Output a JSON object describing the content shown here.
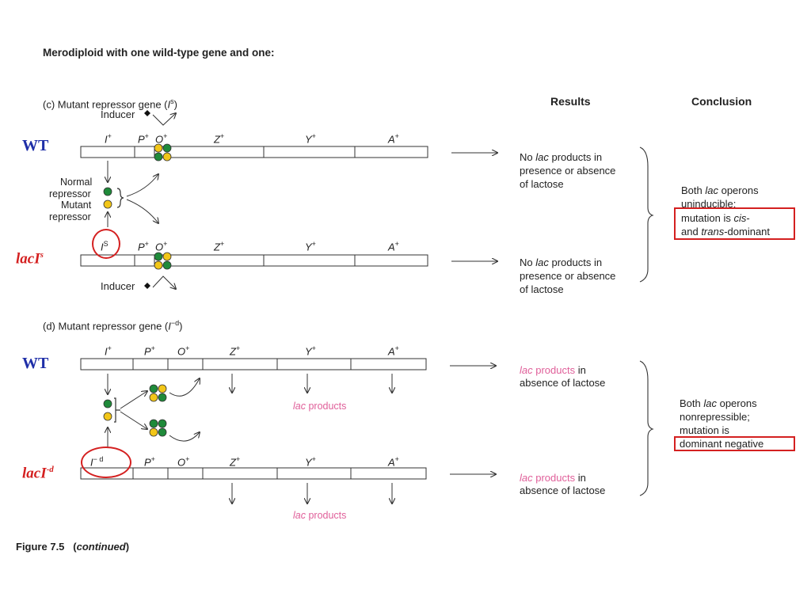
{
  "title": "Merodiploid with one wild-type gene and one:",
  "headers": {
    "results": "Results",
    "conclusion": "Conclusion"
  },
  "panel_c": {
    "caption": "(c) Mutant repressor gene (",
    "caption_gene": "I",
    "caption_sup": "s",
    "caption_end": ")",
    "inducer_top": "Inducer",
    "inducer_bottom": "Inducer",
    "top_label": "WT",
    "bottom_label": "lacI",
    "bottom_label_sup": "s",
    "genes_top": [
      "I",
      "P",
      "O",
      "Z",
      "Y",
      "A"
    ],
    "sup_plus": "+",
    "bottom_first_gene": "I",
    "bottom_first_sup": "S",
    "legend_normal_1": "Normal",
    "legend_normal_2": "repressor",
    "legend_mutant_1": "Mutant",
    "legend_mutant_2": "repressor",
    "result_top": [
      "No ",
      "lac",
      " products in",
      "presence or absence",
      "of lactose"
    ],
    "result_bottom": [
      "No ",
      "lac",
      " products in",
      "presence or absence",
      "of lactose"
    ],
    "conclusion": [
      "Both ",
      "lac",
      " operons",
      "uninducible;",
      "mutation is ",
      "cis",
      "-",
      "and ",
      "trans",
      "-dominant"
    ]
  },
  "panel_d": {
    "caption": "(d) Mutant repressor gene (",
    "caption_gene": "I",
    "caption_sup": "−d",
    "caption_end": ")",
    "top_label": "WT",
    "bottom_label": "lacI",
    "bottom_label_sup": "-d",
    "bottom_first_gene": "I",
    "bottom_first_sup": "− d",
    "products_top": [
      "lac",
      " products"
    ],
    "products_bottom": [
      "lac",
      " products"
    ],
    "result_top": [
      "lac",
      " products",
      " in",
      "absence",
      " of lactose"
    ],
    "result_bottom": [
      "lac",
      " products",
      " in",
      "absence",
      " of lactose"
    ],
    "conclusion": [
      "Both ",
      "lac",
      " operons",
      "nonrepressible;",
      "mutation is",
      "dominant negative"
    ]
  },
  "figure_caption": {
    "label": "Figure 7.5",
    "paren_open": "(",
    "word": "continued",
    "paren_close": ")"
  },
  "colors": {
    "wt_blue": "#1f2fa8",
    "highlight_red": "#d42020",
    "product_pink": "#e0609a",
    "repressor_green": "#1f8a3a",
    "repressor_yellow": "#f2c618"
  }
}
